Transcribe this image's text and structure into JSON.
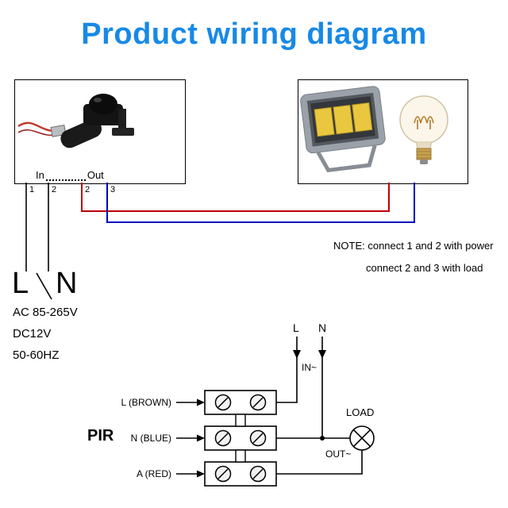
{
  "title": "Product wiring diagram",
  "colors": {
    "title_blue": "#1789e6",
    "wire_red": "#c00000",
    "wire_blue": "#0000c0",
    "wire_black": "#000000"
  },
  "sensor_box": {
    "in_label": "In",
    "out_label": "Out",
    "terminals": [
      "1",
      "2",
      "2",
      "3"
    ]
  },
  "power": {
    "l_label": "L",
    "n_label": "N",
    "specs": [
      "AC 85-265V",
      "DC12V",
      "50-60HZ"
    ]
  },
  "note": {
    "line1": "NOTE: connect 1 and 2 with power",
    "line2": "connect 2 and 3 with load"
  },
  "circuit": {
    "l_label": "L",
    "n_label": "N",
    "in_label": "IN~",
    "out_label": "OUT~",
    "load_label": "LOAD",
    "pir_label": "PIR",
    "wires": [
      {
        "label": "L (BROWN)"
      },
      {
        "label": "N (BLUE)"
      },
      {
        "label": "A (RED)"
      }
    ]
  }
}
